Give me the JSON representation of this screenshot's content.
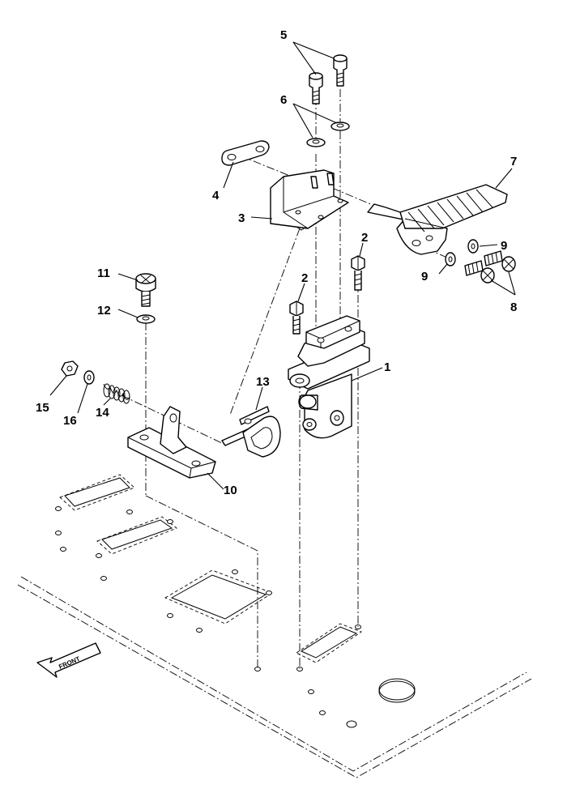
{
  "figure": {
    "front_label": "FRONT",
    "callouts": [
      {
        "id": "c1",
        "label": "1"
      },
      {
        "id": "c2a",
        "label": "2"
      },
      {
        "id": "c2b",
        "label": "2"
      },
      {
        "id": "c3",
        "label": "3"
      },
      {
        "id": "c4",
        "label": "4"
      },
      {
        "id": "c5",
        "label": "5"
      },
      {
        "id": "c6",
        "label": "6"
      },
      {
        "id": "c7",
        "label": "7"
      },
      {
        "id": "c8",
        "label": "8"
      },
      {
        "id": "c9a",
        "label": "9"
      },
      {
        "id": "c9b",
        "label": "9"
      },
      {
        "id": "c10",
        "label": "10"
      },
      {
        "id": "c11",
        "label": "11"
      },
      {
        "id": "c12",
        "label": "12"
      },
      {
        "id": "c13",
        "label": "13"
      },
      {
        "id": "c14",
        "label": "14"
      },
      {
        "id": "c15",
        "label": "15"
      },
      {
        "id": "c16",
        "label": "16"
      }
    ]
  }
}
